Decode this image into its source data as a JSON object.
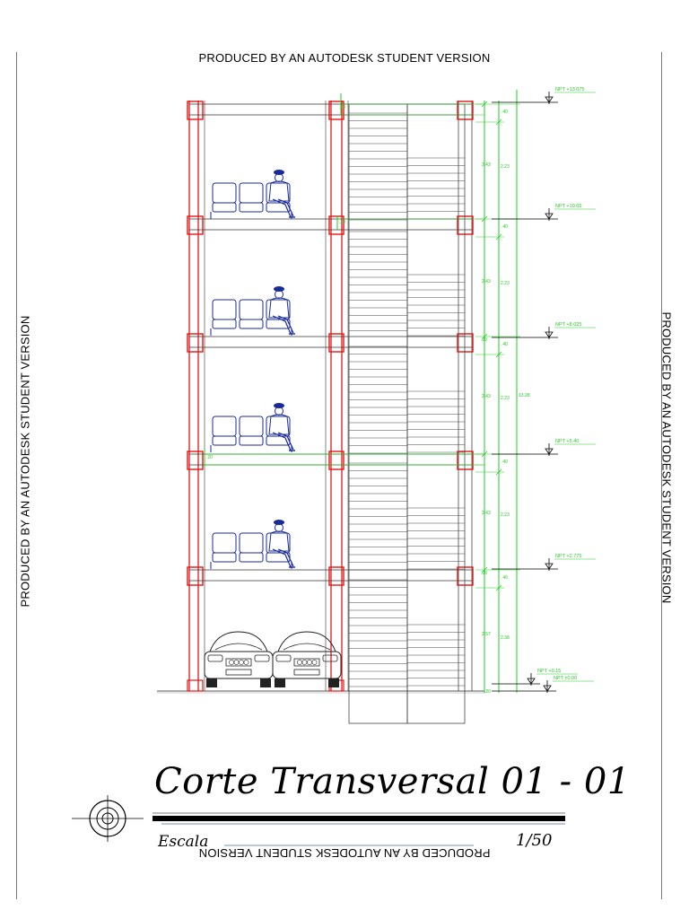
{
  "watermark": {
    "text": "PRODUCED BY AN AUTODESK STUDENT VERSION"
  },
  "title_block": {
    "title": "Corte Transversal 01 - 01",
    "scale_label": "Escala",
    "scale_value": "1/50"
  },
  "levels": [
    {
      "label": "NPT +13.075"
    },
    {
      "label": "NPT +10.65"
    },
    {
      "label": "NPT +8.025"
    },
    {
      "label": "NPT +5.40"
    },
    {
      "label": "NPT +2.775"
    },
    {
      "label": "NPT +0.15"
    },
    {
      "label": "NPT ±0.00"
    }
  ],
  "dimensions": {
    "slab_thickness": ".20",
    "beam_depth": ".40",
    "floor_clear": "2.43",
    "floor_clear_alt": "2.23",
    "ground_clear": "2.57",
    "ground_clear_alt": "2.38",
    "total_height": "13.28"
  },
  "colors": {
    "structure": "#e01818",
    "dimensions": "#22cc22",
    "furniture": "#1a2a9a",
    "stairs": "#444444",
    "ink": "#000000"
  }
}
